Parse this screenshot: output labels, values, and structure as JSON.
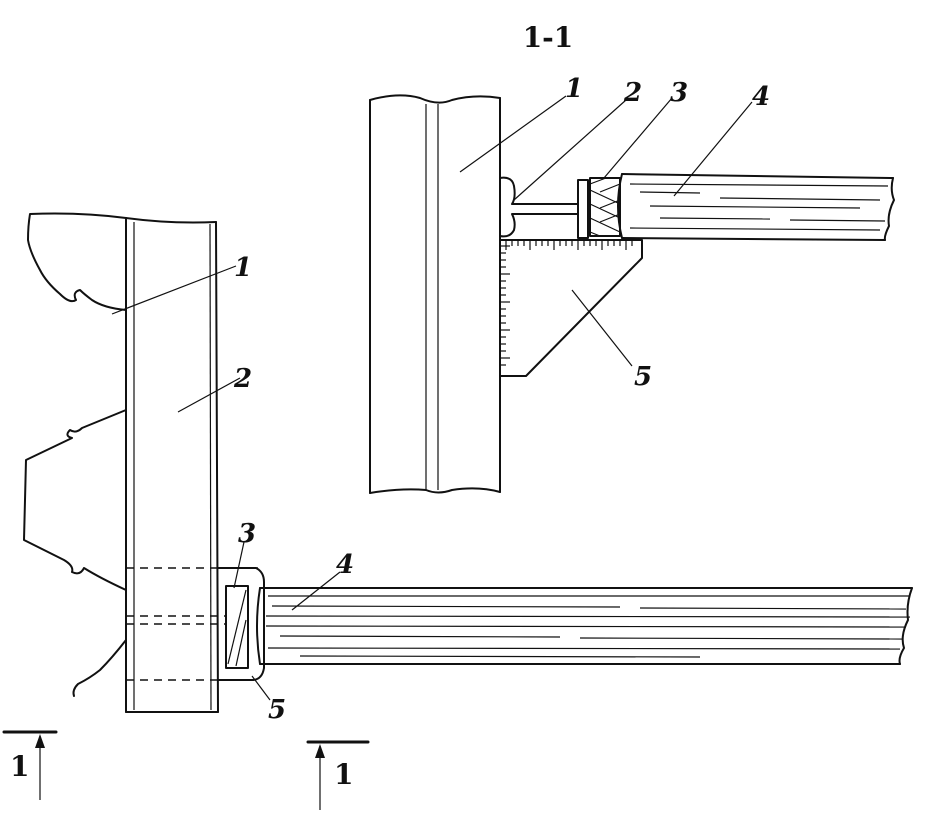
{
  "section_title": "1-1",
  "section_view": {
    "labels": [
      "1",
      "2",
      "3",
      "4",
      "5"
    ]
  },
  "front_view": {
    "labels": [
      "1",
      "2",
      "3",
      "4",
      "5"
    ]
  },
  "cut_marks": {
    "left": "1",
    "right": "1"
  },
  "colors": {
    "ink": "#111111",
    "paper": "#ffffff"
  }
}
